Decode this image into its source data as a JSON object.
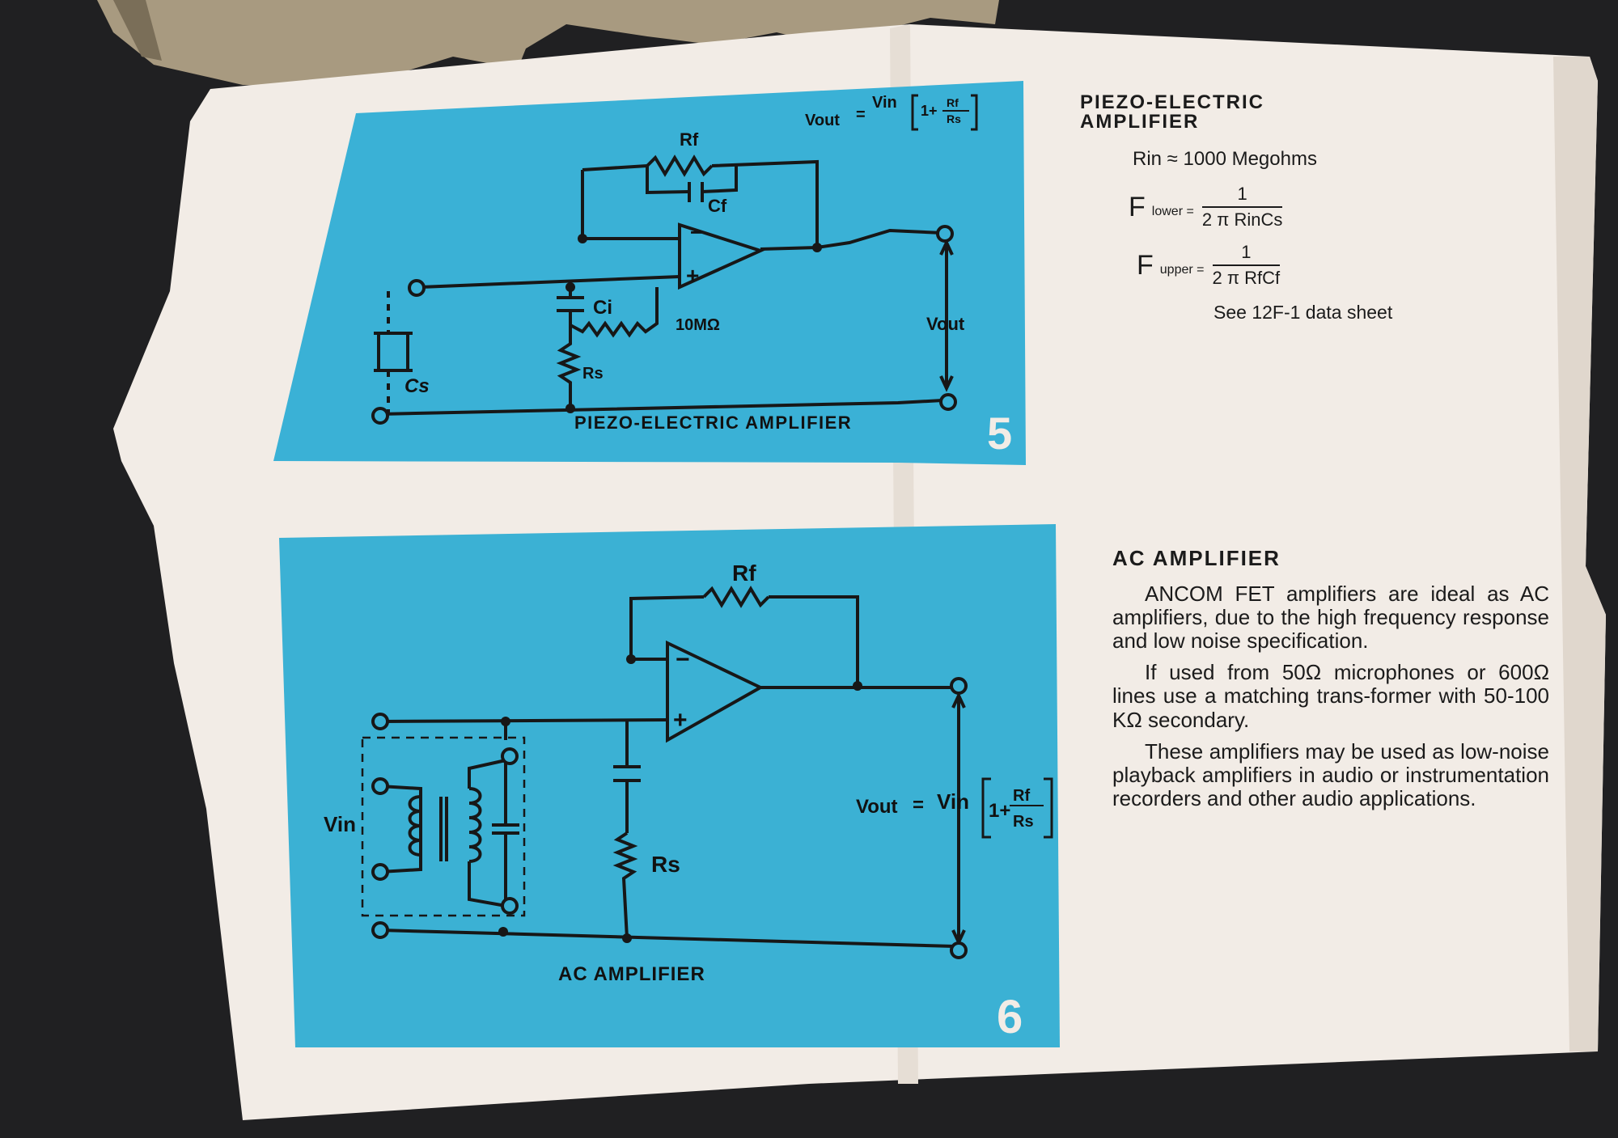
{
  "colors": {
    "background": "#1f1f21",
    "paper": "#f2ece6",
    "panel": "#3ab1d6",
    "ink": "#1b1b1b",
    "cardboard": "#a89a80"
  },
  "fig5": {
    "number": "5",
    "caption": "PIEZO-ELECTRIC AMPLIFIER",
    "formula": {
      "vout": "Vout",
      "eq": "=",
      "vin": "Vin",
      "one": "1+",
      "num": "Rf",
      "den": "Rs"
    },
    "labels": {
      "rf": "Rf",
      "cf": "Cf",
      "ci": "Ci",
      "rs": "Rs",
      "cs": "Cs",
      "ten_meg": "10MΩ",
      "vout": "Vout",
      "minus": "−",
      "plus": "+"
    }
  },
  "fig6": {
    "number": "6",
    "caption": "AC AMPLIFIER",
    "formula": {
      "vout": "Vout",
      "eq": "=",
      "vin": "Vin",
      "one": "1+",
      "num": "Rf",
      "den": "Rs"
    },
    "labels": {
      "rf": "Rf",
      "rs": "Rs",
      "vin": "Vin",
      "minus": "−",
      "plus": "+"
    }
  },
  "piezo_text": {
    "title_line1": "PIEZO-ELECTRIC",
    "title_line2": "AMPLIFIER",
    "rin": "Rin ≈ 1000 Megohms",
    "f_lower_label": "F",
    "f_lower_sub": "lower =",
    "f_lower_num": "1",
    "f_lower_den": "2 π RinCs",
    "f_upper_label": "F",
    "f_upper_sub": "upper =",
    "f_upper_num": "1",
    "f_upper_den": "2 π RfCf",
    "see": "See 12F-1 data sheet"
  },
  "ac_text": {
    "title": "AC AMPLIFIER",
    "p1": "ANCOM FET amplifiers are ideal as AC amplifiers, due to the high frequency response and low noise specification.",
    "p2": "If used from 50Ω microphones or 600Ω lines use a matching trans-former with 50-100 KΩ secondary.",
    "p3": "These amplifiers may be used as low-noise playback amplifiers in audio or instrumentation recorders and other audio applications."
  }
}
